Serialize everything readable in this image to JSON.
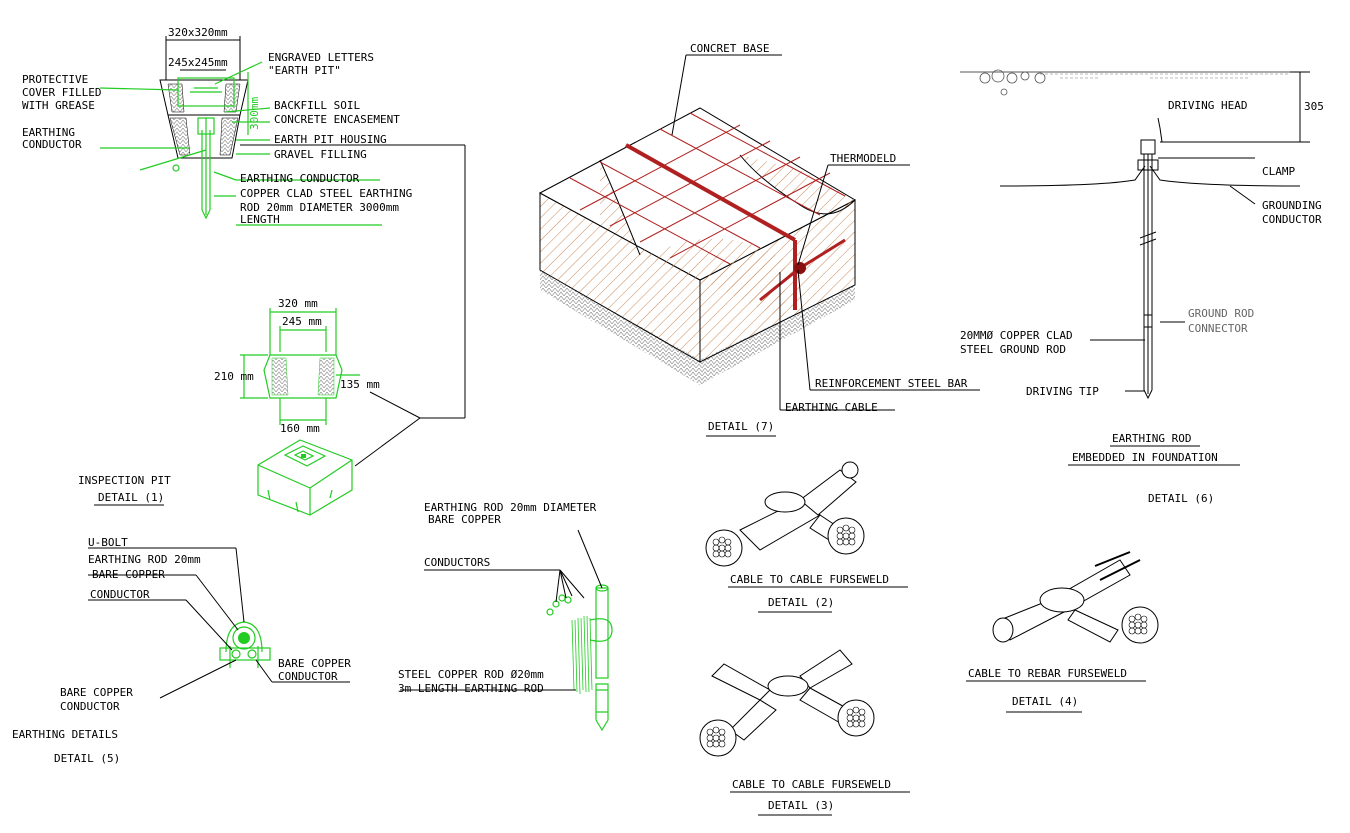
{
  "detail1": {
    "dim_outer": "320x320mm",
    "dim_inner": "245x245mm",
    "engraved": "ENGRAVED LETTERS",
    "engraved2": "\"EARTH PIT\"",
    "protective1": "PROTECTIVE",
    "protective2": "COVER FILLED",
    "protective3": "WITH GREASE",
    "backfill": "BACKFILL SOIL",
    "concrete": "CONCRETE ENCASEMENT",
    "dim_300": "300mm",
    "conductor1": "EARTHING",
    "conductor2": "CONDUCTOR",
    "housing": "EARTH PIT HOUSING",
    "gravel": "GRAVEL FILLING",
    "earth_cond": "EARTHING CONDUCTOR",
    "rod1": "COPPER CLAD STEEL EARTHING",
    "rod2": "ROD 20mm DIAMETER 3000mm",
    "rod3": "LENGTH",
    "d320": "320 mm",
    "d245": "245 mm",
    "d210": "210 mm",
    "d135": "135 mm",
    "d160": "160 mm",
    "title1": "INSPECTION  PIT",
    "title2": "DETAIL (1)"
  },
  "detail7": {
    "concrete_base": "CONCRET BASE",
    "thermo": "THERMODELD",
    "rebar": "REINFORCEMENT STEEL BAR",
    "cable": "EARTHING CABLE",
    "title": "DETAIL (7)"
  },
  "detail6": {
    "dim_305": "305",
    "driving_head": "DRIVING HEAD",
    "clamp": "CLAMP",
    "grounding1": "GROUNDING",
    "grounding2": "CONDUCTOR",
    "connector1": "GROUND ROD",
    "connector2": "CONNECTOR",
    "rod1": "20MMØ COPPER CLAD",
    "rod2": "STEEL GROUND ROD",
    "tip": "DRIVING TIP",
    "title1": "EARTHING ROD",
    "title2": "EMBEDDED IN FOUNDATION",
    "title3": "DETAIL (6)"
  },
  "detail5": {
    "ubolt": "U-BOLT",
    "rod1": "EARTHING ROD 20mm",
    "rod2": "BARE COPPER",
    "conductor": "CONDUCTOR",
    "bare1": "BARE COPPER",
    "bare2": "CONDUCTOR",
    "bare3": "BARE COPPER",
    "bare4": "CONDUCTOR",
    "title1": "EARTHING DETAILS",
    "title2": "DETAIL (5)"
  },
  "rod_detail": {
    "rod1": "EARTHING ROD 20mm DIAMETER",
    "rod2": "BARE COPPER",
    "conductors": "CONDUCTORS",
    "steel1": "STEEL COPPER ROD Ø20mm",
    "steel2": "3m LENGTH EARTHING ROD"
  },
  "detail2": {
    "title1": "CABLE TO CABLE FURSEWELD",
    "title2": "DETAIL (2)"
  },
  "detail3": {
    "title1": "CABLE TO CABLE FURSEWELD",
    "title2": "DETAIL (3)"
  },
  "detail4": {
    "title1": "CABLE TO REBAR FURSEWELD",
    "title2": "DETAIL (4)"
  }
}
